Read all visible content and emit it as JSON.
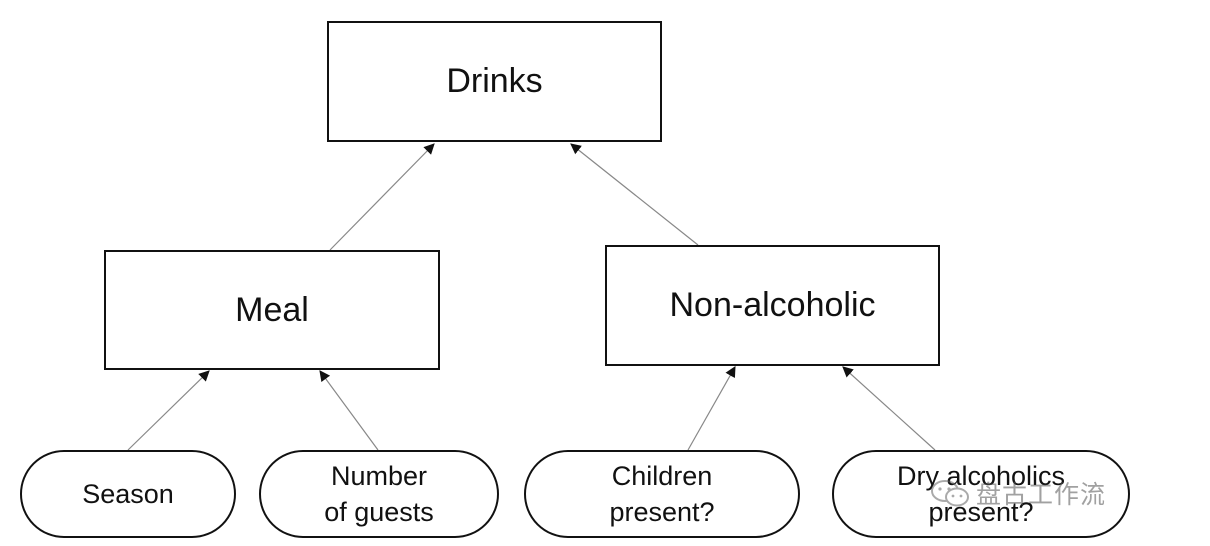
{
  "nodes": {
    "drinks": "Drinks",
    "meal": "Meal",
    "non_alcoholic": "Non-alcoholic",
    "season": "Season",
    "number_of_guests": "Number\nof guests",
    "children_present": "Children\npresent?",
    "dry_alcoholics_present": "Dry alcoholics\npresent?"
  },
  "watermark": {
    "text": "盘古工作流",
    "icon": "wechat-icon"
  }
}
